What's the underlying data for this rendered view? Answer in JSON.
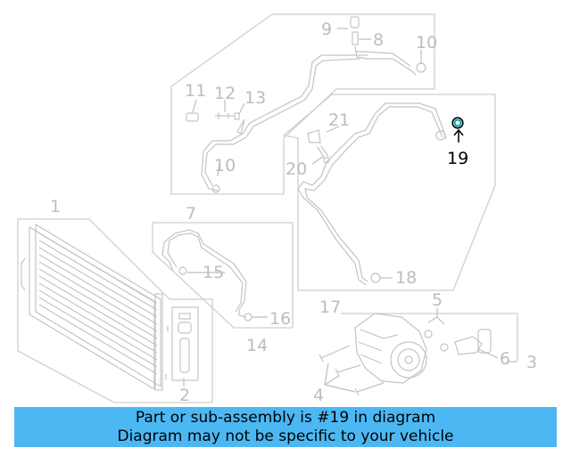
{
  "diagram": {
    "highlighted_part": "19",
    "callouts": [
      "1",
      "2",
      "3",
      "4",
      "5",
      "6",
      "7",
      "8",
      "9",
      "10",
      "10",
      "11",
      "12",
      "13",
      "14",
      "15",
      "16",
      "17",
      "18",
      "19",
      "20",
      "21"
    ]
  },
  "banner": {
    "line1": "Part or sub-assembly is #19 in diagram",
    "line2": "Diagram may not be specific to your vehicle"
  },
  "colors": {
    "banner_bg": "#4cb8f3",
    "line_art": "#c4c4c4",
    "highlight_ring": "#0aa6a6"
  }
}
